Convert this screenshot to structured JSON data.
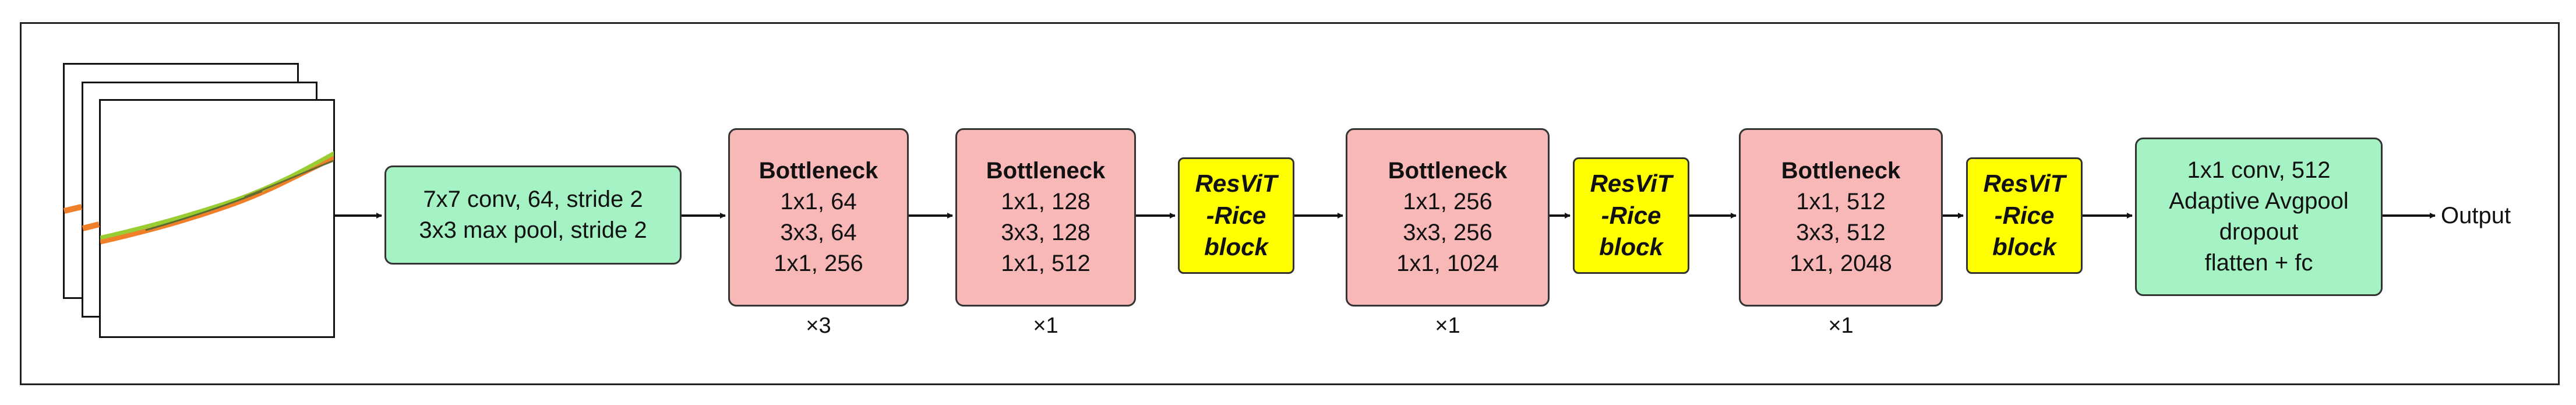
{
  "stem": {
    "line1": "7x7 conv, 64, stride 2",
    "line2": "3x3 max pool, stride 2"
  },
  "bottleneck1": {
    "title": "Bottleneck",
    "l1": "1x1, 64",
    "l2": "3x3, 64",
    "l3": "1x1, 256",
    "mult": "×3"
  },
  "bottleneck2": {
    "title": "Bottleneck",
    "l1": "1x1, 128",
    "l2": "3x3, 128",
    "l3": "1x1, 512",
    "mult": "×1"
  },
  "resvit1": {
    "l1": "ResViT",
    "l2": "-Rice",
    "l3": "block"
  },
  "bottleneck3": {
    "title": "Bottleneck",
    "l1": "1x1, 256",
    "l2": "3x3, 256",
    "l3": "1x1, 1024",
    "mult": "×1"
  },
  "resvit2": {
    "l1": "ResViT",
    "l2": "-Rice",
    "l3": "block"
  },
  "bottleneck4": {
    "title": "Bottleneck",
    "l1": "1x1, 512",
    "l2": "3x3, 512",
    "l3": "1x1, 2048",
    "mult": "×1"
  },
  "resvit3": {
    "l1": "ResViT",
    "l2": "-Rice",
    "l3": "block"
  },
  "head": {
    "l1": "1x1 conv, 512",
    "l2": "Adaptive Avgpool",
    "l3": "dropout",
    "l4": "flatten + fc"
  },
  "output": {
    "label": "Output"
  },
  "colors": {
    "green": "#a5f3c4",
    "pink": "#f8b8b8",
    "yellow": "#ffff00"
  }
}
